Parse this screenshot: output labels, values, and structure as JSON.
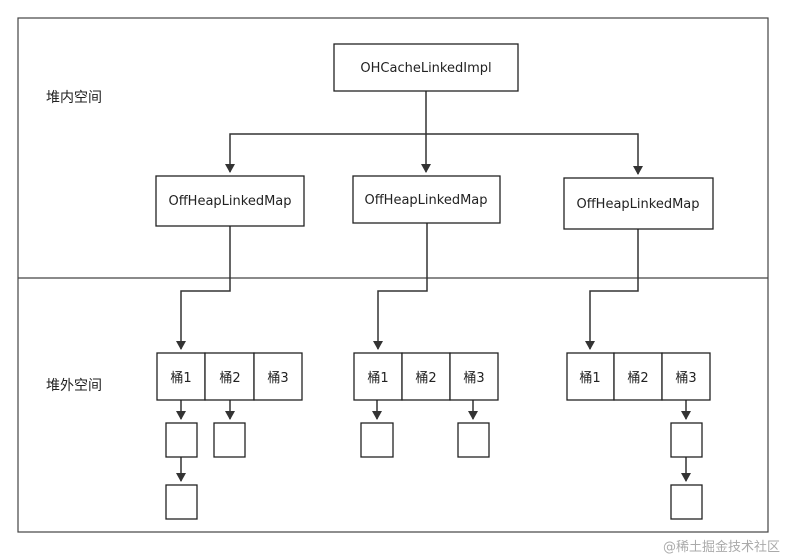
{
  "regions": {
    "heap": "堆内空间",
    "offheap": "堆外空间"
  },
  "root": "OHCacheLinkedImpl",
  "maps": [
    "OffHeapLinkedMap",
    "OffHeapLinkedMap",
    "OffHeapLinkedMap"
  ],
  "buckets": [
    [
      "桶1",
      "桶2",
      "桶3"
    ],
    [
      "桶1",
      "桶2",
      "桶3"
    ],
    [
      "桶1",
      "桶2",
      "桶3"
    ]
  ],
  "watermark": "@稀土掘金技术社区",
  "colors": {
    "stroke": "#222222",
    "watermark": "#aaaaaa"
  }
}
